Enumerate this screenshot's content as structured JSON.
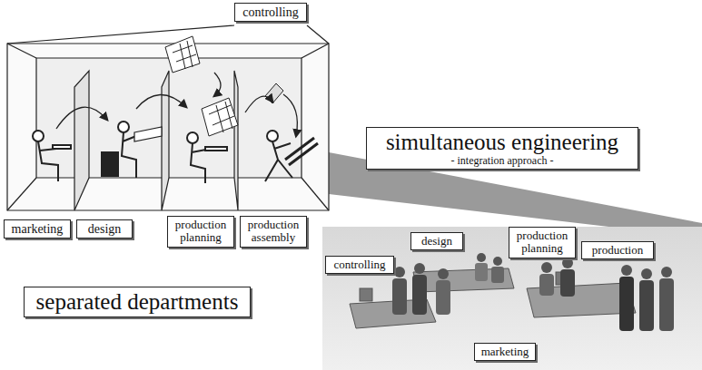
{
  "diagram": {
    "nodes": [
      {
        "text": [
          "controlling"
        ]
      },
      {
        "text": [
          "simultaneous engineering",
          "- integration approach -"
        ]
      },
      {
        "text": [
          "marketing"
        ]
      },
      {
        "text": [
          "design"
        ]
      },
      {
        "text": [
          "production planning"
        ]
      },
      {
        "text": [
          "production assembly"
        ]
      },
      {
        "text": [
          "separated departments"
        ]
      },
      {
        "text": [
          "design"
        ]
      },
      {
        "text": [
          "production planning"
        ]
      },
      {
        "text": [
          "production"
        ]
      },
      {
        "text": [
          "controlling"
        ]
      },
      {
        "text": [
          "marketing"
        ]
      }
    ]
  }
}
